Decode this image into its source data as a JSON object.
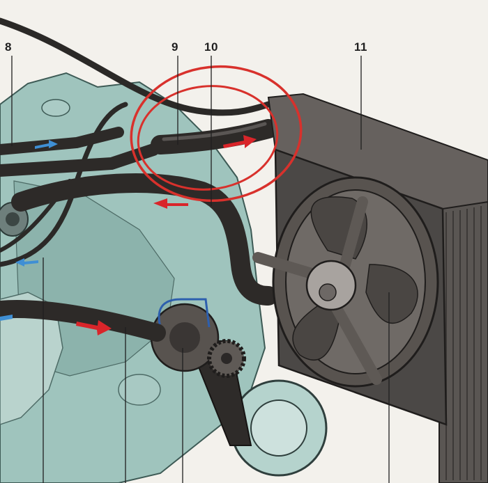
{
  "callouts": {
    "c8": "8",
    "c9": "9",
    "c10": "10",
    "c11": "11"
  },
  "colors": {
    "background": "#f3f1ec",
    "engine_block": "#9fc4bd",
    "hose": "#2d2a28",
    "radiator": "#4b4846",
    "fan": "#58534f",
    "flow_arrow_hot": "#d9252a",
    "flow_arrow_cold": "#3f8fd4",
    "highlight_ellipse": "#d8312c"
  },
  "icons": {
    "hot_flow": "red-flow-arrow-icon",
    "cold_flow": "blue-flow-arrow-icon"
  }
}
